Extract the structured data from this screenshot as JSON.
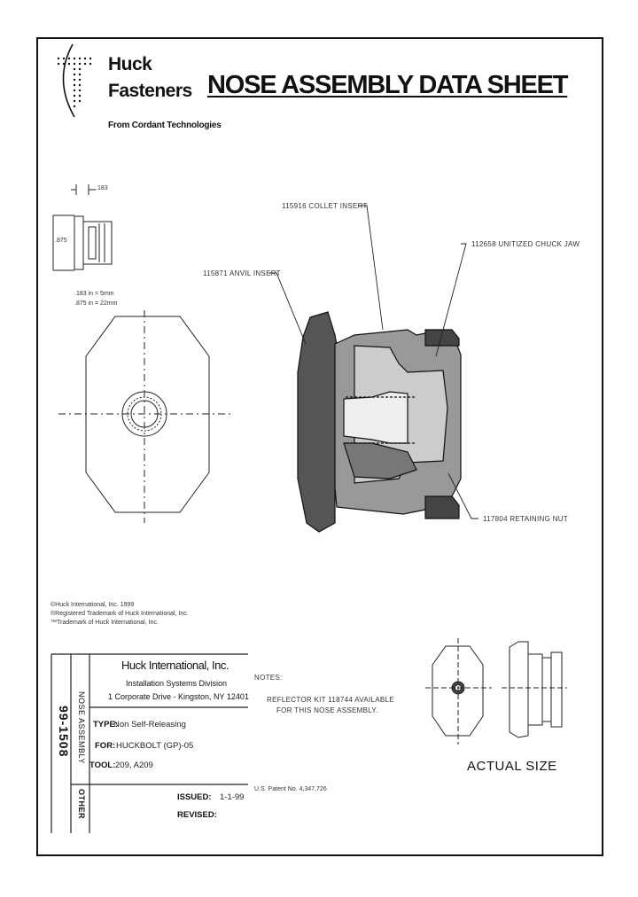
{
  "logo": {
    "line1": "Huck",
    "line2": "Fasteners",
    "tagline": "From Cordant Technologies",
    "icon": "huck-logo-icon"
  },
  "title": "NOSE ASSEMBLY DATA SHEET",
  "detail": {
    "dim_top": ".183",
    "dim_side": ".875",
    "conversion_1": ".183 in = 5mm",
    "conversion_2": ".875 in = 22mm"
  },
  "callouts": {
    "collet_insert": "115916 COLLET INSERT",
    "chuck_jaw": "112658 UNITIZED CHUCK JAW",
    "anvil_insert": "115871 ANVIL INSERT",
    "retaining_nut": "117804 RETAINING NUT"
  },
  "footnotes": [
    "©Huck International, Inc. 1999",
    "®Registered Trademark of Huck International, Inc.",
    "™Trademark of Huck International, Inc."
  ],
  "title_block": {
    "company": "Huck International, Inc.",
    "division": "Installation Systems Division",
    "address": "1 Corporate Drive - Kingston, NY  12401",
    "side_number": "99-1508",
    "side_category": "NOSE ASSEMBLY",
    "side_other": "OTHER",
    "type_label": "TYPE:",
    "type_value": "Non Self-Releasing",
    "for_label": "FOR:",
    "for_value": "HUCKBOLT (GP)-05",
    "tool_label": "TOOL:",
    "tool_value": "209, A209",
    "issued_label": "ISSUED:",
    "issued_value": "1-1-99",
    "revised_label": "REVISED:",
    "revised_value": ""
  },
  "notes": {
    "heading": "NOTES:",
    "line1": "REFLECTOR KIT 118744 AVAILABLE",
    "line2": "FOR THIS NOSE ASSEMBLY."
  },
  "actual_size": "ACTUAL SIZE",
  "patent": "U.S. Patent No. 4,347,726"
}
